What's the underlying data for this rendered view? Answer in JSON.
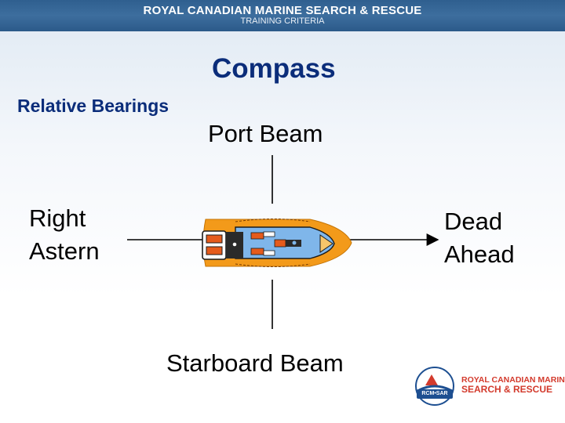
{
  "banner": {
    "title": "ROYAL CANADIAN MARINE SEARCH & RESCUE",
    "subtitle": "TRAINING CRITERIA"
  },
  "slide": {
    "heading": "Compass",
    "subheading": "Relative Bearings"
  },
  "bearings": {
    "port_beam": "Port Beam",
    "right_astern_line1": "Right",
    "right_astern_line2": "Astern",
    "dead_ahead_line1": "Dead",
    "dead_ahead_line2": "Ahead",
    "starboard_beam": "Starboard Beam"
  },
  "logo": {
    "line1": "ROYAL CANADIAN MARINE",
    "line2": "SEARCH & RESCUE",
    "tag": "RCM•SAR"
  },
  "colors": {
    "banner": "#2f5f8f",
    "heading": "#0b2d7a",
    "boat_hull": "#f39a1a",
    "boat_deck": "#7fb6ea",
    "accent_red": "#d33a2c"
  }
}
